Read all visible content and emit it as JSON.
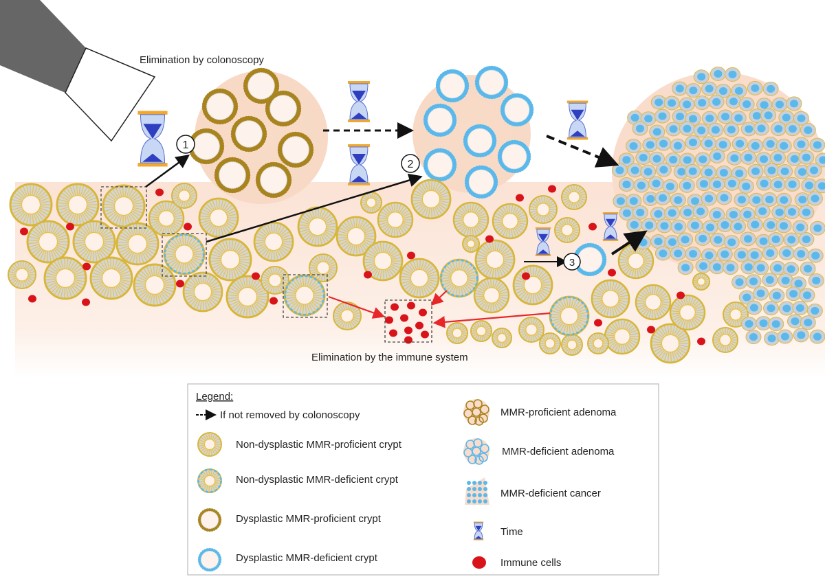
{
  "labels": {
    "colonoscopy": "Elimination by colonoscopy",
    "immune": "Elimination by the immune system",
    "step1": "1",
    "step2": "2",
    "step3": "3"
  },
  "legend": {
    "title": "Legend:",
    "dashed_arrow": "If not removed by colonoscopy",
    "left": [
      {
        "label": "Non-dysplastic MMR-proficient crypt",
        "icon": "non-dysplastic-proficient-crypt"
      },
      {
        "label": "Non-dysplastic MMR-deficient crypt",
        "icon": "non-dysplastic-deficient-crypt"
      },
      {
        "label": "Dysplastic MMR-proficient crypt",
        "icon": "dysplastic-proficient-crypt"
      },
      {
        "label": "Dysplastic MMR-deficient crypt",
        "icon": "dysplastic-deficient-crypt"
      }
    ],
    "right": [
      {
        "label": "MMR-proficient adenoma",
        "icon": "proficient-adenoma"
      },
      {
        "label": "MMR-deficient adenoma",
        "icon": "deficient-adenoma"
      },
      {
        "label": "MMR-deficient cancer",
        "icon": "deficient-cancer"
      },
      {
        "label": "Time",
        "icon": "hourglass"
      },
      {
        "label": "Immune cells",
        "icon": "immune-cell"
      }
    ]
  },
  "colors": {
    "proficient_gold": "#d8b63a",
    "dysplastic_brown": "#a9841e",
    "deficient_blue": "#5ab8ea",
    "immune_red": "#d8141a",
    "tissue": "#fbe6da",
    "arrow_red": "#e8262a"
  }
}
